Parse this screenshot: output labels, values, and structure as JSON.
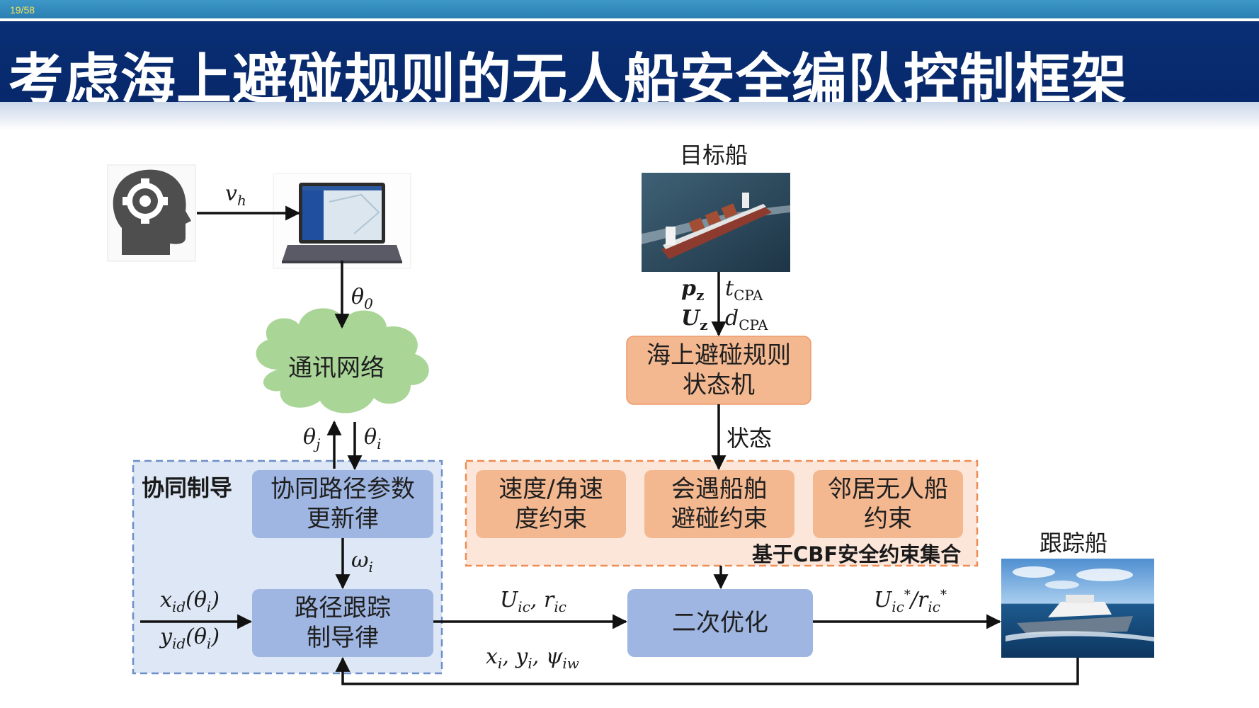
{
  "page_number": "19/58",
  "title": "考虑海上避碰规则的无人船安全编队控制框架",
  "nodes": {
    "comm_network": "通讯网络",
    "colregs_fsm": "海上避碰规则\n状态机",
    "path_param_update": "协同路径参数\n更新律",
    "path_tracking": "路径跟踪\n制导律",
    "speed_constraint": "速度/角速\n度约束",
    "encounter_constraint": "会遇船舶\n避碰约束",
    "neighbor_constraint": "邻居无人船\n约束",
    "qp": "二次优化"
  },
  "groups": {
    "cooperative_guidance": "协同制导",
    "cbf_set": "基于CBF安全约束集合"
  },
  "images": {
    "target_ship": "目标船",
    "tracking_ship": "跟踪船"
  },
  "edge_labels": {
    "state": "状态"
  },
  "icons": {
    "operator": "head-gear-icon",
    "laptop": "laptop-icon",
    "cloud": "cloud-icon"
  },
  "colors": {
    "title_bar": "#07286b",
    "blue_node": "#9fb6e2",
    "orange_node": "#f4b891",
    "cloud": "#a9d597",
    "blue_group": "#dde7f5",
    "orange_group": "#fbe6d9"
  }
}
